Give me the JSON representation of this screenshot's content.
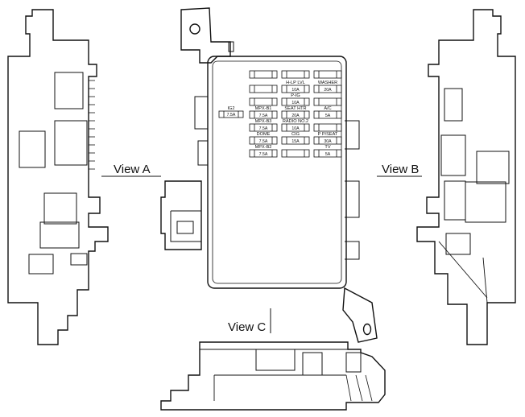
{
  "views": {
    "a": "View A",
    "b": "View B",
    "c": "View C"
  },
  "fuses": {
    "ig2": {
      "name": "IG2",
      "amp": "7.5A"
    },
    "r1": [
      {
        "name": "",
        "amp": ""
      },
      {
        "name": "",
        "amp": ""
      },
      {
        "name": "",
        "amp": ""
      }
    ],
    "r2": [
      {
        "name": "",
        "amp": ""
      },
      {
        "name": "H-LP LVL",
        "amp": "10A"
      },
      {
        "name": "WASHER",
        "amp": "20A"
      }
    ],
    "r3": [
      {
        "name": "",
        "amp": ""
      },
      {
        "name": "P-IG",
        "amp": "10A"
      },
      {
        "name": "",
        "amp": ""
      }
    ],
    "r4": [
      {
        "name": "MPX-B1",
        "amp": "7.5A"
      },
      {
        "name": "SEAT HTR",
        "amp": "20A"
      },
      {
        "name": "A/C",
        "amp": "5A"
      }
    ],
    "r5": [
      {
        "name": "MPX-B3",
        "amp": "7.5A"
      },
      {
        "name": "RADIO NO.2",
        "amp": "10A"
      },
      {
        "name": "",
        "amp": ""
      }
    ],
    "r6": [
      {
        "name": "DOME",
        "amp": "7.5A"
      },
      {
        "name": "CIG",
        "amp": "15A"
      },
      {
        "name": "P P/SEAT",
        "amp": "30A"
      }
    ],
    "r7": [
      {
        "name": "MPX-B2",
        "amp": "7.5A"
      },
      {
        "name": "",
        "amp": ""
      },
      {
        "name": "TV",
        "amp": "5A"
      }
    ]
  }
}
